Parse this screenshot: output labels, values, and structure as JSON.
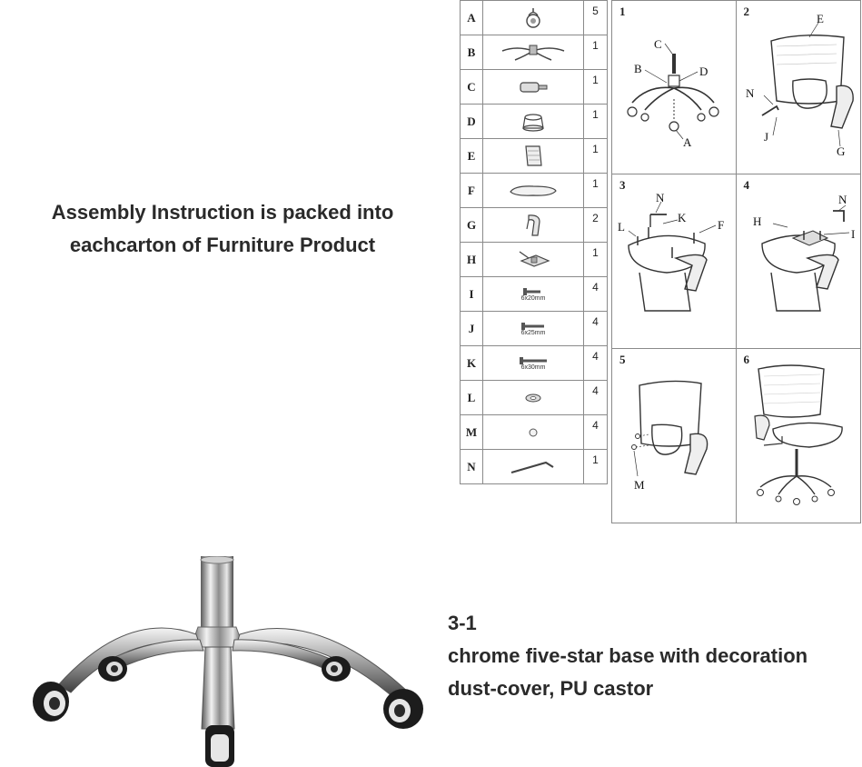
{
  "intro": {
    "line1": "Assembly Instruction is packed into",
    "line2": "eachcarton of Furniture Product"
  },
  "parts": [
    {
      "letter": "A",
      "icon": "castor-icon",
      "qty": "5",
      "size": ""
    },
    {
      "letter": "B",
      "icon": "star-base-icon",
      "qty": "1",
      "size": ""
    },
    {
      "letter": "C",
      "icon": "gas-lift-icon",
      "qty": "1",
      "size": ""
    },
    {
      "letter": "D",
      "icon": "dust-cover-icon",
      "qty": "1",
      "size": ""
    },
    {
      "letter": "E",
      "icon": "backrest-icon",
      "qty": "1",
      "size": ""
    },
    {
      "letter": "F",
      "icon": "seat-icon",
      "qty": "1",
      "size": ""
    },
    {
      "letter": "G",
      "icon": "armrest-icon",
      "qty": "2",
      "size": ""
    },
    {
      "letter": "H",
      "icon": "mechanism-icon",
      "qty": "1",
      "size": ""
    },
    {
      "letter": "I",
      "icon": "screw-icon",
      "qty": "4",
      "size": "6x20mm"
    },
    {
      "letter": "J",
      "icon": "screw-icon",
      "qty": "4",
      "size": "6x25mm"
    },
    {
      "letter": "K",
      "icon": "screw-icon",
      "qty": "4",
      "size": "6x30mm"
    },
    {
      "letter": "L",
      "icon": "washer-icon",
      "qty": "4",
      "size": ""
    },
    {
      "letter": "M",
      "icon": "ball-icon",
      "qty": "4",
      "size": ""
    },
    {
      "letter": "N",
      "icon": "allen-key-icon",
      "qty": "1",
      "size": ""
    }
  ],
  "steps": [
    {
      "num": "1",
      "labels": {
        "a": "A",
        "b": "B",
        "c": "C",
        "d": "D"
      }
    },
    {
      "num": "2",
      "labels": {
        "e": "E",
        "n": "N",
        "j": "J",
        "g": "G"
      }
    },
    {
      "num": "3",
      "labels": {
        "n": "N",
        "k": "K",
        "l": "L",
        "f": "F"
      }
    },
    {
      "num": "4",
      "labels": {
        "h": "H",
        "n": "N",
        "i": "I"
      }
    },
    {
      "num": "5",
      "labels": {
        "m": "M"
      }
    },
    {
      "num": "6",
      "labels": {}
    }
  ],
  "product": {
    "code": "3-1",
    "line1": "chrome five-star base with decoration",
    "line2": "dust-cover, PU castor"
  }
}
